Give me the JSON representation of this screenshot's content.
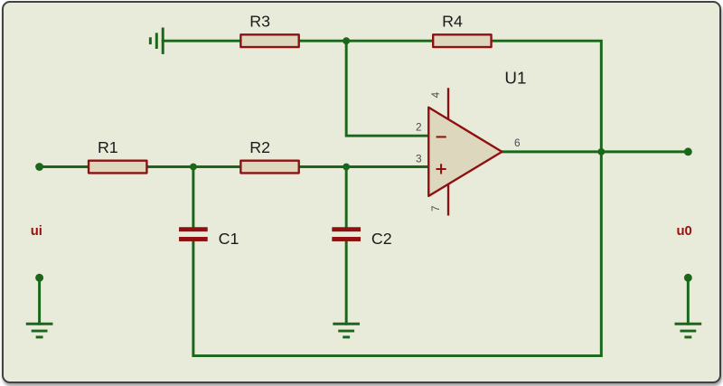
{
  "colors": {
    "outer_background": "#ffffff",
    "canvas_background": "#e9ebda",
    "frame_border": "#3e4440",
    "wire": "#1a661a",
    "component_outline": "#8e1010",
    "component_fill": "#dcd7bd",
    "label_text": "#1a1a1a",
    "net_label_text": "#9c0f0f",
    "pin_number_text": "#4a4a4a"
  },
  "schematic": {
    "resistors": [
      {
        "ref": "R1"
      },
      {
        "ref": "R2"
      },
      {
        "ref": "R3"
      },
      {
        "ref": "R4"
      }
    ],
    "capacitors": [
      {
        "ref": "C1"
      },
      {
        "ref": "C2"
      }
    ],
    "opamp": {
      "ref": "U1",
      "inverting_sign": "−",
      "noninverting_sign": "+",
      "pin_inverting": "2",
      "pin_noninverting": "3",
      "pin_output": "6",
      "pin_vplus": "4",
      "pin_vminus": "7"
    },
    "terminals": {
      "input": "ui",
      "output": "u0"
    }
  }
}
